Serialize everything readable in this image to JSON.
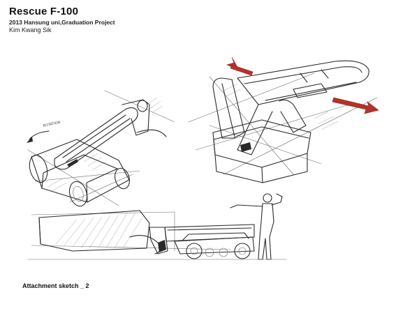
{
  "header": {
    "title": "Rescue F-100",
    "subtitle": "2013 Hansung uni,Graduation Project",
    "author": "Kim Kwang Sik"
  },
  "sketch_labels": {
    "rotation_note": "ROTATION"
  },
  "caption": "Attachment sketch _ 2",
  "colors": {
    "background": "#ffffff",
    "ink": "#2a2a2a",
    "arrow_red": "#b4322a"
  }
}
